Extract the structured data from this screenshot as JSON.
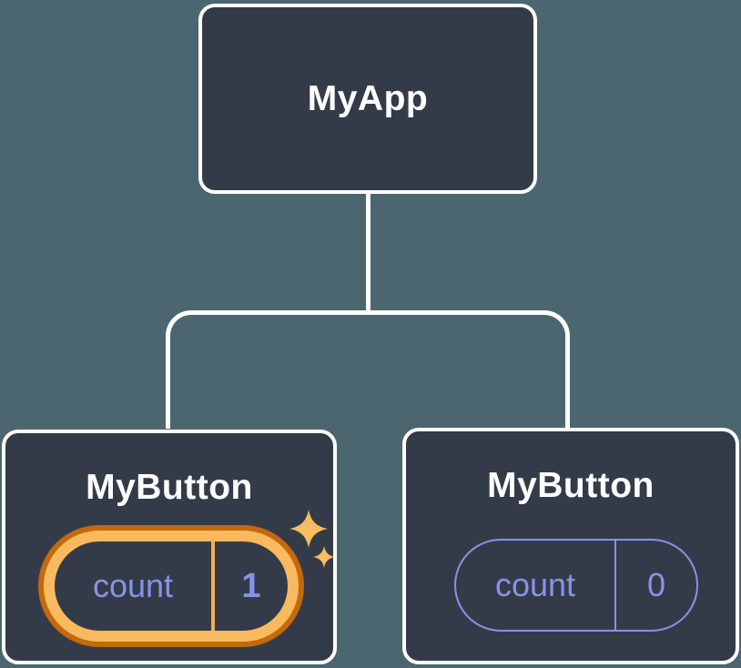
{
  "diagram": {
    "description": "React component tree with state",
    "root": {
      "label": "MyApp"
    },
    "children": [
      {
        "label": "MyButton",
        "state": {
          "name": "count",
          "value": "1"
        },
        "highlighted": true
      },
      {
        "label": "MyButton",
        "state": {
          "name": "count",
          "value": "0"
        },
        "highlighted": false
      }
    ]
  },
  "colors": {
    "background": "#4C6670",
    "node_fill": "#343B48",
    "node_border": "#FFFFFF",
    "connector": "#FFFFFF",
    "state_accent_purple": "#8793E8",
    "highlight_ring_amber": "#F9B95F",
    "highlight_ring_dark_orange": "#C26A0D",
    "highlight_divider": "#F2AE52",
    "sparkle": "#F8BC63"
  }
}
